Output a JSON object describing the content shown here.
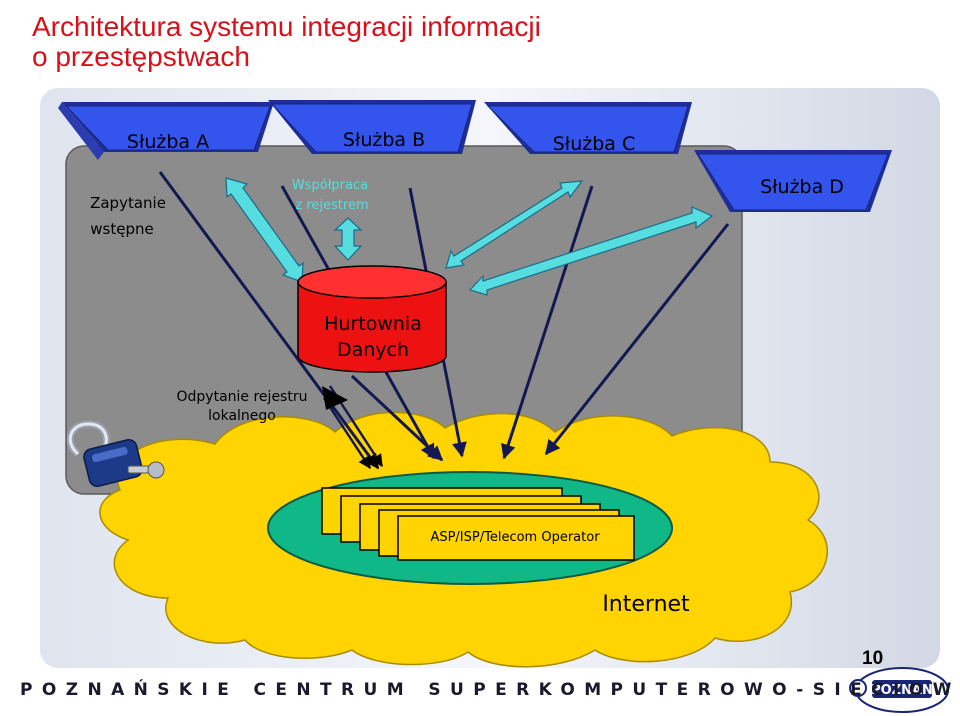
{
  "title": {
    "line1": "Architektura systemu integracji informacji",
    "line2": "o przestępstwach"
  },
  "services": {
    "a": "Służba A",
    "b": "Służba B",
    "c": "Służba C",
    "d": "Służba D"
  },
  "labels": {
    "initial_query_1": "Zapytanie",
    "initial_query_2": "wstępne",
    "cooperation_1": "Współpraca",
    "cooperation_2": "z rejestrem",
    "warehouse_1": "Hurtownia",
    "warehouse_2": "Danych",
    "local_query_1": "Odpytanie rejestru",
    "local_query_2": "lokalnego",
    "operator": "ASP/ISP/Telecom Operator",
    "internet": "Internet"
  },
  "footer": {
    "text": "POZNAŃSKIE CENTRUM SUPERKOMPUTEROWO-SIECIOWE",
    "logo_text": "POZNAN",
    "page_number": "10"
  },
  "colors": {
    "title": "#d8101a",
    "service_box": "#3355ee",
    "panel": "#8c8c8c",
    "cloud": "#ffd400",
    "ellipse": "#10b888",
    "warehouse": "#ee1111",
    "arrow_cyan": "#55dde0"
  }
}
